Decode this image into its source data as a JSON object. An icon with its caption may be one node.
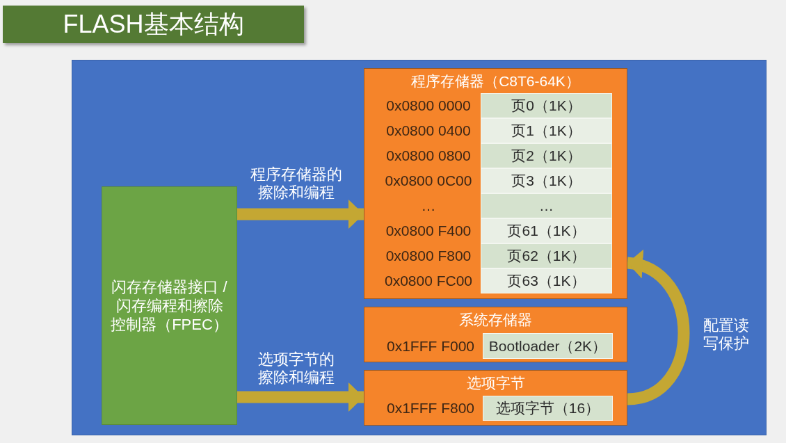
{
  "diagram": {
    "title": "FLASH基本结构",
    "nodes": [
      {
        "text": [
          "闪存存储器接口 / 闪存编程和擦除控制器（FPEC）"
        ]
      },
      {
        "text": [
          "程序存储器（C8T6-64K）"
        ]
      },
      {
        "text": [
          "页0（1K）"
        ],
        "in": 1,
        "beside": [
          "0x0800 0000"
        ]
      },
      {
        "text": [
          "页1（1K）"
        ],
        "in": 1,
        "beside": [
          "0x0800 0400"
        ]
      },
      {
        "text": [
          "页2（1K）"
        ],
        "in": 1,
        "beside": [
          "0x0800 0800"
        ]
      },
      {
        "text": [
          "页3（1K）"
        ],
        "in": 1,
        "beside": [
          "0x0800 0C00"
        ]
      },
      {
        "text": [
          "…"
        ],
        "in": 1,
        "beside": [
          "…"
        ]
      },
      {
        "text": [
          "页61（1K）"
        ],
        "in": 1,
        "beside": [
          "0x0800 F400"
        ]
      },
      {
        "text": [
          "页62（1K）"
        ],
        "in": 1,
        "beside": [
          "0x0800 F800"
        ]
      },
      {
        "text": [
          "页63（1K）"
        ],
        "in": 1,
        "beside": [
          "0x0800 FC00"
        ]
      },
      {
        "text": [
          "系统存储器"
        ]
      },
      {
        "text": [
          "Bootloader（2K）"
        ],
        "in": 10,
        "beside": [
          "0x1FFF F000"
        ]
      },
      {
        "text": [
          "选项字节"
        ]
      },
      {
        "text": [
          "选项字节（16）"
        ],
        "in": 12,
        "beside": [
          "0x1FFF F800"
        ]
      }
    ],
    "edges": [
      {
        "from": 0,
        "to": 1,
        "arrow": "to",
        "label": "程序存储器的擦除和编程"
      },
      {
        "from": 0,
        "to": 12,
        "arrow": "to",
        "label": "选项字节的擦除和编程"
      },
      {
        "from": 12,
        "to": 1,
        "arrow": "to",
        "label": "配置读写保护"
      }
    ]
  }
}
